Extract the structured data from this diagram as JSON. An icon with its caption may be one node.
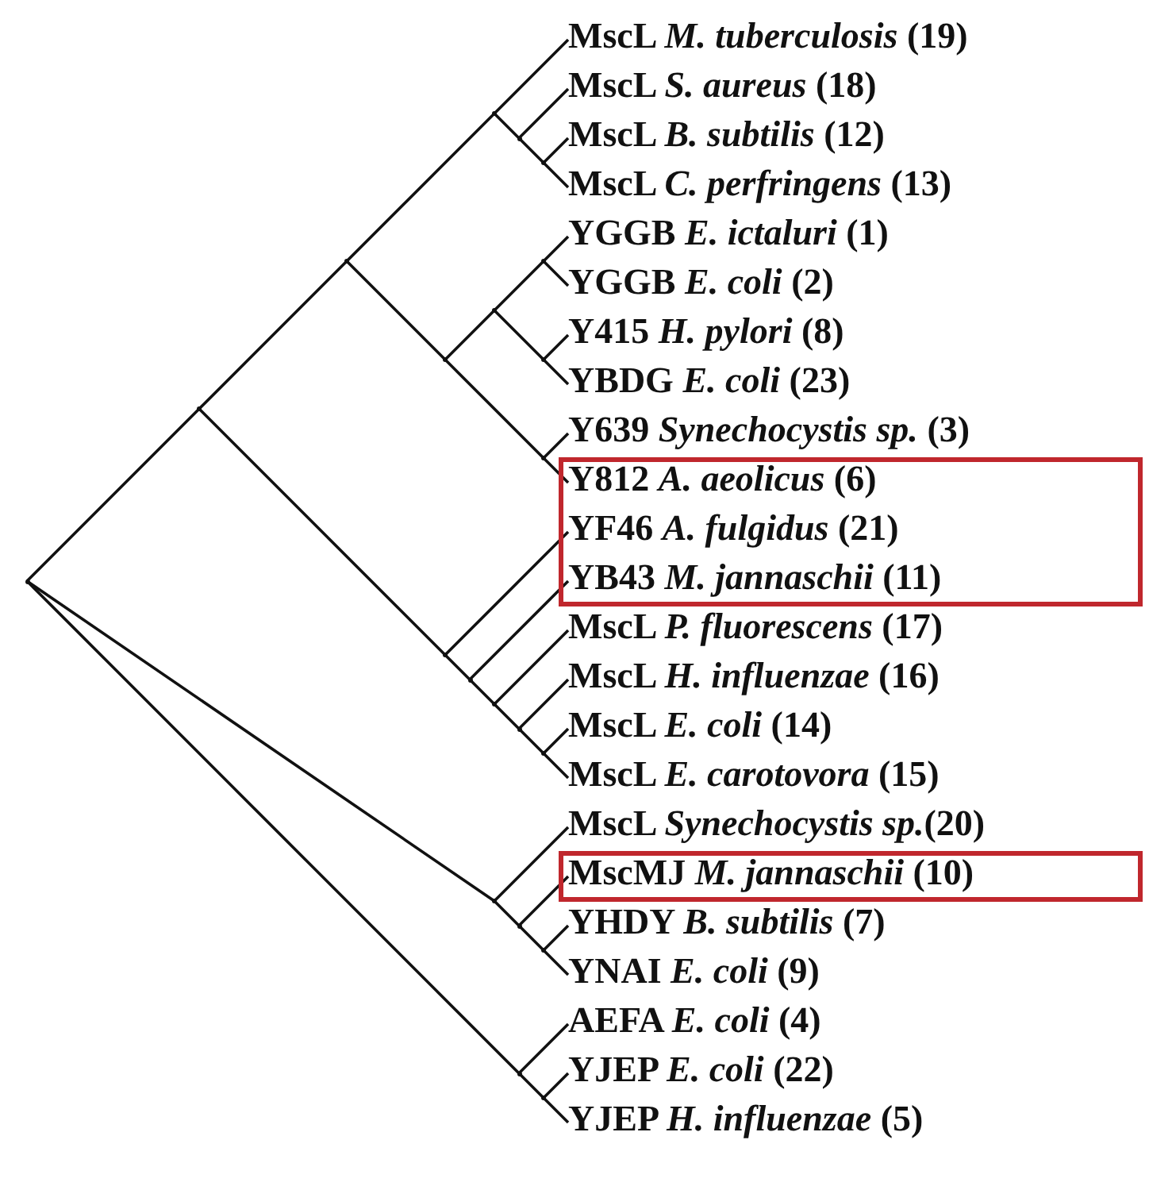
{
  "diagram": {
    "nodes": [
      {
        "text": [
          "MscL *M. tuberculosis* (19)"
        ]
      },
      {
        "text": [
          "MscL *S. aureus* (18)"
        ]
      },
      {
        "text": [
          "MscL *B. subtilis* (12)"
        ]
      },
      {
        "text": [
          "MscL *C. perfringens* (13)"
        ]
      },
      {
        "text": [
          "YGGB *E. ictaluri* (1)"
        ]
      },
      {
        "text": [
          "YGGB *E. coli* (2)"
        ]
      },
      {
        "text": [
          "Y415 *H. pylori* (8)"
        ]
      },
      {
        "text": [
          "YBDG *E. coli* (23)"
        ]
      },
      {
        "text": [
          "Y639 *Synechocystis sp.* (3)"
        ]
      },
      {
        "text": [],
        "shape": "box"
      },
      {
        "text": [
          "Y812 *A. aeolicus* (6)"
        ],
        "in": 9
      },
      {
        "text": [
          "YF46 *A. fulgidus* (21)"
        ],
        "in": 9
      },
      {
        "text": [
          "YB43 *M. jannaschii* (11)"
        ],
        "in": 9
      },
      {
        "text": [
          "MscL *P. fluorescens* (17)"
        ]
      },
      {
        "text": [
          "MscL *H. influenzae* (16)"
        ]
      },
      {
        "text": [
          "MscL *E. coli* (14)"
        ]
      },
      {
        "text": [
          "MscL *E. carotovora* (15)"
        ]
      },
      {
        "text": [
          "MscL *Synechocystis sp.*(20)"
        ]
      },
      {
        "text": [],
        "shape": "box"
      },
      {
        "text": [
          "MscMJ *M. jannaschii* (10)"
        ],
        "in": 18
      },
      {
        "text": [
          "YHDY *B. subtilis* (7)"
        ]
      },
      {
        "text": [
          "YNAI *E. coli* (9)"
        ]
      },
      {
        "text": [
          "AEFA *E. coli* (4)"
        ]
      },
      {
        "text": [
          "YJEP *E. coli* (22)"
        ]
      },
      {
        "text": [
          "YJEP *H. influenzae* (5)"
        ]
      },
      {
        "text": [],
        "shape": "point"
      },
      {
        "text": [],
        "shape": "point"
      },
      {
        "text": [],
        "shape": "point"
      },
      {
        "text": [],
        "shape": "point"
      },
      {
        "text": [],
        "shape": "point"
      },
      {
        "text": [],
        "shape": "point"
      },
      {
        "text": [],
        "shape": "point"
      },
      {
        "text": [],
        "shape": "point"
      },
      {
        "text": [],
        "shape": "point"
      },
      {
        "text": [],
        "shape": "point"
      },
      {
        "text": [],
        "shape": "point"
      },
      {
        "text": [],
        "shape": "point"
      },
      {
        "text": [],
        "shape": "point"
      },
      {
        "text": [],
        "shape": "point"
      },
      {
        "text": [],
        "shape": "point"
      },
      {
        "text": [],
        "shape": "point"
      },
      {
        "text": [],
        "shape": "point"
      },
      {
        "text": [],
        "shape": "point"
      },
      {
        "text": [],
        "shape": "point"
      },
      {
        "text": [],
        "shape": "point"
      },
      {
        "text": [],
        "shape": "point"
      }
    ],
    "edges": [
      {
        "from": 25,
        "to": 26,
        "arrow": "none"
      },
      {
        "from": 25,
        "to": 41,
        "arrow": "none"
      },
      {
        "from": 25,
        "to": 44,
        "arrow": "none"
      },
      {
        "from": 26,
        "to": 27,
        "arrow": "none"
      },
      {
        "from": 26,
        "to": 36,
        "arrow": "none"
      },
      {
        "from": 27,
        "to": 28,
        "arrow": "none"
      },
      {
        "from": 27,
        "to": 31,
        "arrow": "none"
      },
      {
        "from": 28,
        "to": 0,
        "arrow": "none"
      },
      {
        "from": 28,
        "to": 29,
        "arrow": "none"
      },
      {
        "from": 29,
        "to": 1,
        "arrow": "none"
      },
      {
        "from": 29,
        "to": 30,
        "arrow": "none"
      },
      {
        "from": 30,
        "to": 2,
        "arrow": "none"
      },
      {
        "from": 30,
        "to": 3,
        "arrow": "none"
      },
      {
        "from": 31,
        "to": 32,
        "arrow": "none"
      },
      {
        "from": 31,
        "to": 35,
        "arrow": "none"
      },
      {
        "from": 32,
        "to": 33,
        "arrow": "none"
      },
      {
        "from": 32,
        "to": 34,
        "arrow": "none"
      },
      {
        "from": 33,
        "to": 4,
        "arrow": "none"
      },
      {
        "from": 33,
        "to": 5,
        "arrow": "none"
      },
      {
        "from": 34,
        "to": 6,
        "arrow": "none"
      },
      {
        "from": 34,
        "to": 7,
        "arrow": "none"
      },
      {
        "from": 35,
        "to": 8,
        "arrow": "none"
      },
      {
        "from": 35,
        "to": 10,
        "arrow": "none"
      },
      {
        "from": 36,
        "to": 11,
        "arrow": "none"
      },
      {
        "from": 36,
        "to": 37,
        "arrow": "none"
      },
      {
        "from": 37,
        "to": 12,
        "arrow": "none"
      },
      {
        "from": 37,
        "to": 38,
        "arrow": "none"
      },
      {
        "from": 38,
        "to": 13,
        "arrow": "none"
      },
      {
        "from": 38,
        "to": 39,
        "arrow": "none"
      },
      {
        "from": 39,
        "to": 14,
        "arrow": "none"
      },
      {
        "from": 39,
        "to": 40,
        "arrow": "none"
      },
      {
        "from": 40,
        "to": 15,
        "arrow": "none"
      },
      {
        "from": 40,
        "to": 16,
        "arrow": "none"
      },
      {
        "from": 41,
        "to": 17,
        "arrow": "none"
      },
      {
        "from": 41,
        "to": 42,
        "arrow": "none"
      },
      {
        "from": 42,
        "to": 19,
        "arrow": "none"
      },
      {
        "from": 42,
        "to": 43,
        "arrow": "none"
      },
      {
        "from": 43,
        "to": 20,
        "arrow": "none"
      },
      {
        "from": 43,
        "to": 21,
        "arrow": "none"
      },
      {
        "from": 44,
        "to": 22,
        "arrow": "none"
      },
      {
        "from": 44,
        "to": 45,
        "arrow": "none"
      },
      {
        "from": 45,
        "to": 23,
        "arrow": "none"
      },
      {
        "from": 45,
        "to": 24,
        "arrow": "none"
      }
    ]
  }
}
